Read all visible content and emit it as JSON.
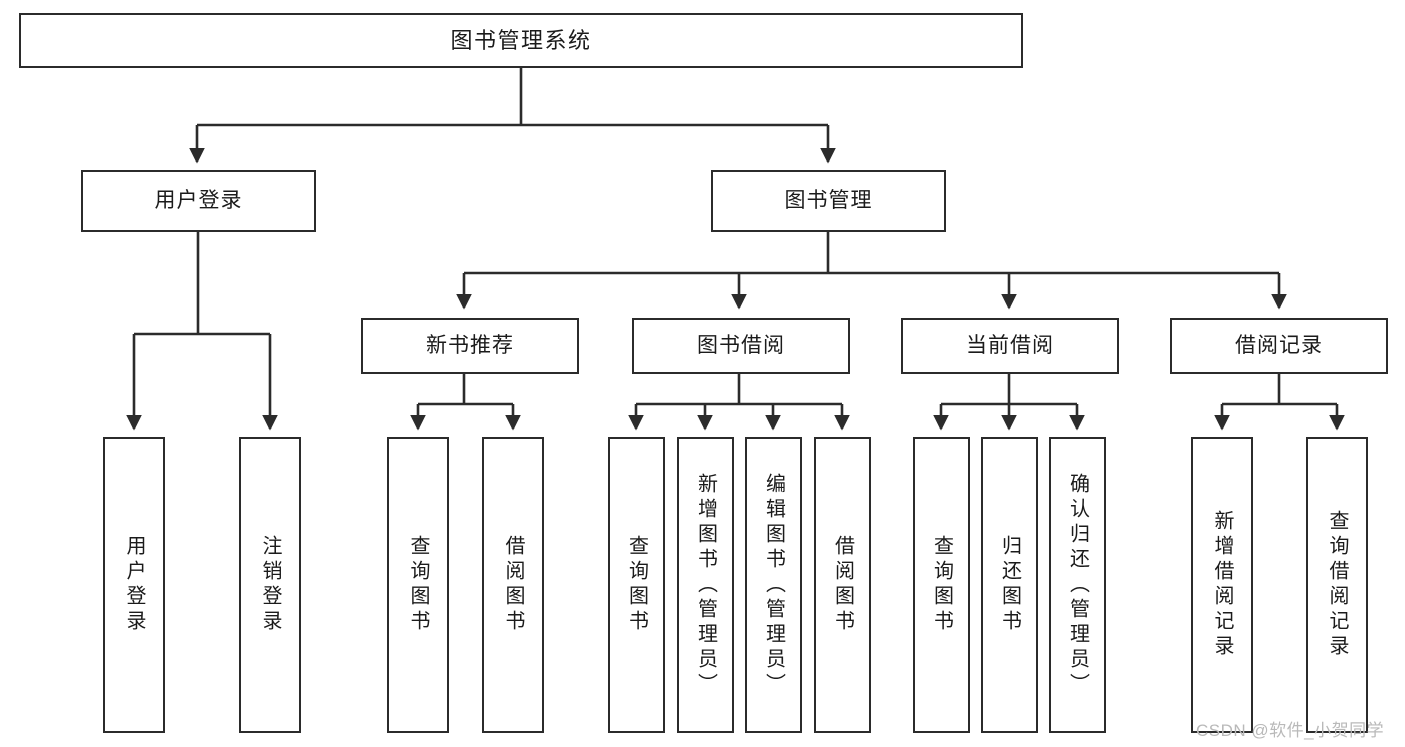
{
  "diagram": {
    "title": "图书管理系统",
    "type": "tree-hierarchy-chart",
    "colors": {
      "node_border": "#2b2b2b",
      "node_fill": "#ffffff",
      "edge": "#2b2b2b",
      "text": "#1b1b1b",
      "watermark": "#b9b9b9",
      "background": "#ffffff"
    }
  },
  "nodes": {
    "root": {
      "label": "图书管理系统"
    },
    "level2": [
      {
        "label": "用户登录"
      },
      {
        "label": "图书管理"
      }
    ],
    "level3": [
      {
        "label": "新书推荐"
      },
      {
        "label": "图书借阅"
      },
      {
        "label": "当前借阅"
      },
      {
        "label": "借阅记录"
      }
    ],
    "leaves": {
      "user_login": [
        {
          "label": "用户登录"
        },
        {
          "label": "注销登录"
        }
      ],
      "new_book_recommend": [
        {
          "label": "查询图书"
        },
        {
          "label": "借阅图书"
        }
      ],
      "book_borrow": [
        {
          "label": "查询图书"
        },
        {
          "label": "新增图书（管理员）"
        },
        {
          "label": "编辑图书（管理员）"
        },
        {
          "label": "借阅图书"
        }
      ],
      "current_borrow": [
        {
          "label": "查询图书"
        },
        {
          "label": "归还图书"
        },
        {
          "label": "确认归还（管理员）"
        }
      ],
      "borrow_record": [
        {
          "label": "新增借阅记录"
        },
        {
          "label": "查询借阅记录"
        }
      ]
    }
  },
  "watermark": {
    "text": "CSDN @软件_小贺同学"
  }
}
